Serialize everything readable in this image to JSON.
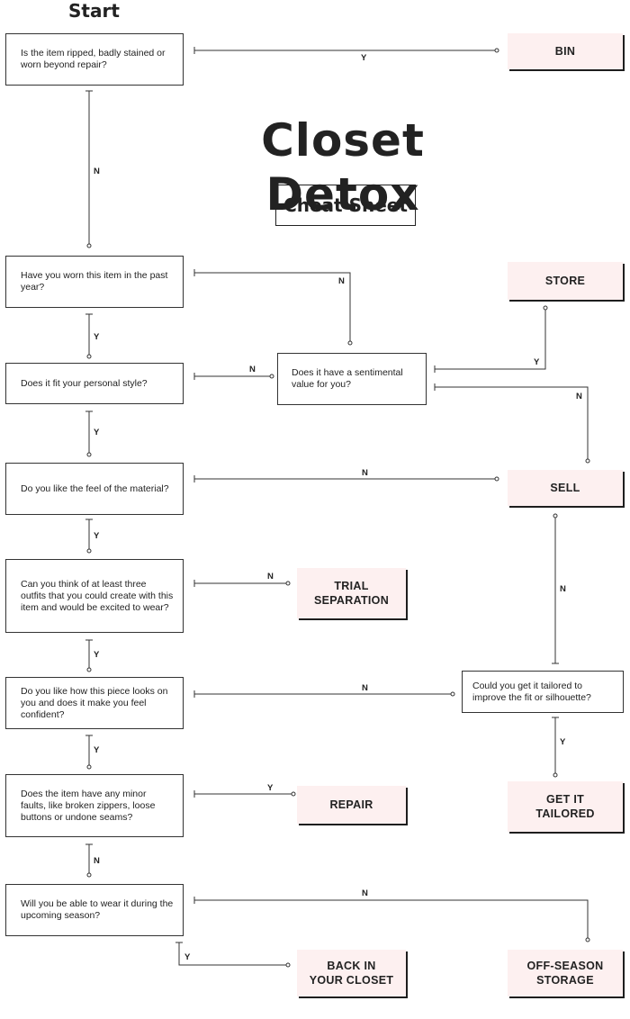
{
  "header": {
    "start": "Start",
    "title": "Closet Detox",
    "subtitle": "Cheat Sheet"
  },
  "questions": [
    "Is the item ripped, badly stained or worn beyond repair?",
    "Have you worn this item in the past year?",
    "Does it fit your personal style?",
    "Does it have a sentimental value for you?",
    "Do you like the feel of the material?",
    "Can you think of at least three outfits that you could create with this item and would be excited to wear?",
    "Do you like how this piece looks on you and does it make you feel confident?",
    "Could you get it tailored to improve the fit or silhouette?",
    "Does the item have any minor faults, like broken zippers, loose buttons or undone seams?",
    "Will you be able to wear it during the upcoming season?"
  ],
  "outcomes": {
    "bin": "BIN",
    "store": "STORE",
    "sell": "SELL",
    "trial_separation": "TRIAL\nSEPARATION",
    "repair": "REPAIR",
    "get_tailored": "GET IT\nTAILORED",
    "back_in_closet": "BACK IN\nYOUR CLOSET",
    "off_season_storage": "OFF-SEASON\nSTORAGE"
  },
  "labels": {
    "yes": "Y",
    "no": "N"
  }
}
